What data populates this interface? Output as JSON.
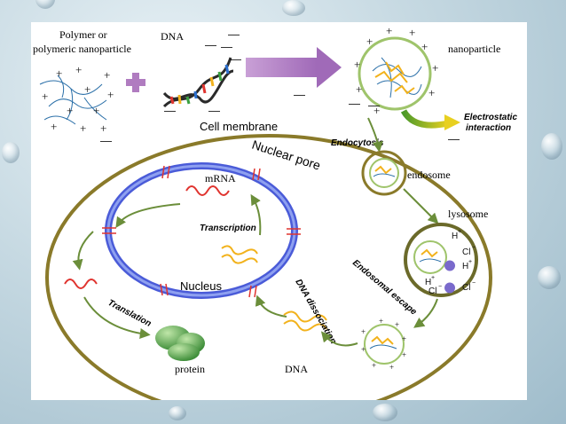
{
  "labels": {
    "polymer_line1": "Polymer or",
    "polymer_line2": "polymeric nanoparticle",
    "dna_top": "DNA",
    "nanoparticle": "nanoparticle",
    "electrostatic_line1": "Electrostatic",
    "electrostatic_line2": "interaction",
    "cell_membrane": "Cell membrane",
    "nuclear_pore": "Nuclear pore",
    "endocytosis": "Endocytosis",
    "endosome": "endosome",
    "lysosome": "lysosome",
    "mrna": "mRNA",
    "transcription": "Transcription",
    "nucleus": "Nucleus",
    "translation": "Translation",
    "protein": "protein",
    "dna_bottom": "DNA",
    "dna_dissociation": "DNA dissociation",
    "endosomal_escape": "Endosomal escape",
    "h_plus": "H",
    "cl_minus": "Cl"
  },
  "colors": {
    "cell_membrane": "#8a7a2a",
    "nucleus_outer": "#4a5bd8",
    "nucleus_inner": "#8ea0f0",
    "arrow_green": "#6b8e3a",
    "arrow_purple": "#b07cc0",
    "dna_yellow": "#f2b21c",
    "mrna_red": "#e0342f",
    "protein_green": "#5fa85a"
  }
}
